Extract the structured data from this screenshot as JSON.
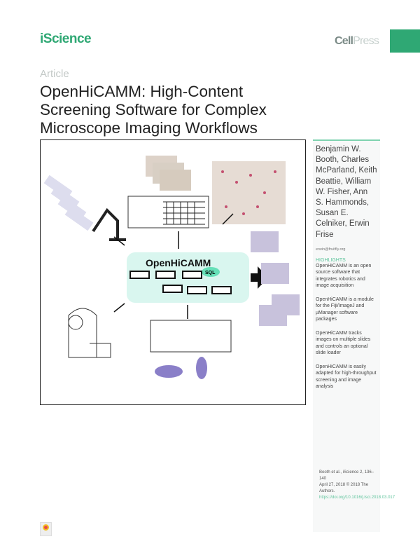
{
  "header": {
    "journal": "iScience",
    "publisher_a": "Cell",
    "publisher_b": "Press",
    "brand_color": "#2fa874"
  },
  "article_type": "Article",
  "title": "OpenHiCAMM: High-Content Screening Software for Complex Microscope Imaging Workflows",
  "figure": {
    "center_label": "OpenHiCAMM",
    "sql_label": "SQL"
  },
  "sidebar": {
    "authors": "Benjamin W. Booth, Charles McParland, Keith Beattie, William W. Fisher, Ann S. Hammonds, Susan E. Celniker, Erwin Frise",
    "email": "erwin@fruitfly.org",
    "highlights_heading": "HIGHLIGHTS",
    "highlights": [
      "OpenHiCAMM is an open source software that integrates robotics and image acquisition",
      "OpenHiCAMM is a module for the Fiji/ImageJ and µManager software packages",
      "OpenHiCAMM tracks images on multiple slides and controls an optional slide loader",
      "OpenHiCAMM is easily adapted for high-throughput screening and image analysis"
    ],
    "citation": "Booth et al., iScience 2, 136–140",
    "date": "April 27, 2018 © 2018 The Authors.",
    "doi": "https://doi.org/10.1016/j.isci.2018.03.017"
  }
}
